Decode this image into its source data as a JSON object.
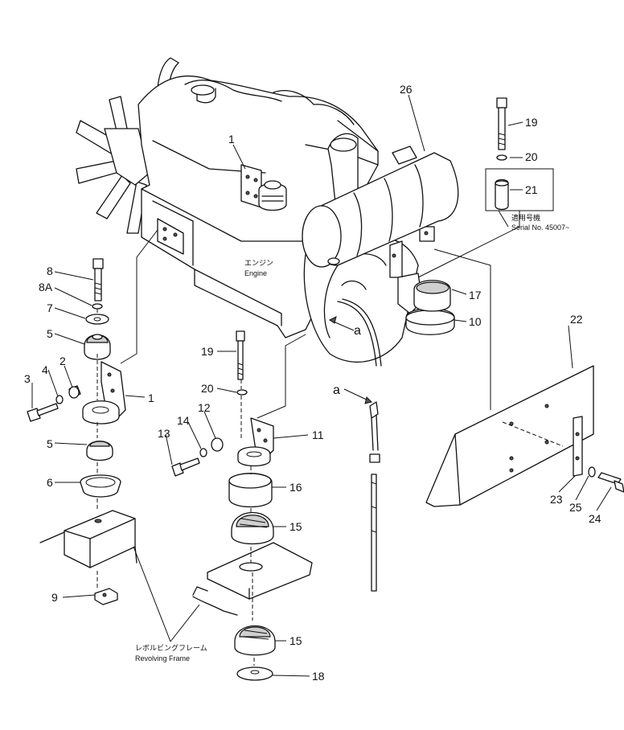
{
  "callouts": [
    {
      "id": "c1a",
      "text": "1"
    },
    {
      "id": "c1b",
      "text": "1"
    },
    {
      "id": "c2",
      "text": "2"
    },
    {
      "id": "c3",
      "text": "3"
    },
    {
      "id": "c4",
      "text": "4"
    },
    {
      "id": "c5a",
      "text": "5"
    },
    {
      "id": "c5b",
      "text": "5"
    },
    {
      "id": "c6",
      "text": "6"
    },
    {
      "id": "c7",
      "text": "7"
    },
    {
      "id": "c8",
      "text": "8"
    },
    {
      "id": "c8a",
      "text": "8A"
    },
    {
      "id": "c9",
      "text": "9"
    },
    {
      "id": "c10",
      "text": "10"
    },
    {
      "id": "c11",
      "text": "11"
    },
    {
      "id": "c12",
      "text": "12"
    },
    {
      "id": "c13",
      "text": "13"
    },
    {
      "id": "c14",
      "text": "14"
    },
    {
      "id": "c15a",
      "text": "15"
    },
    {
      "id": "c15b",
      "text": "15"
    },
    {
      "id": "c16",
      "text": "16"
    },
    {
      "id": "c17",
      "text": "17"
    },
    {
      "id": "c18",
      "text": "18"
    },
    {
      "id": "c19a",
      "text": "19"
    },
    {
      "id": "c19b",
      "text": "19"
    },
    {
      "id": "c20a",
      "text": "20"
    },
    {
      "id": "c20b",
      "text": "20"
    },
    {
      "id": "c21",
      "text": "21"
    },
    {
      "id": "c22",
      "text": "22"
    },
    {
      "id": "c23",
      "text": "23"
    },
    {
      "id": "c24",
      "text": "24"
    },
    {
      "id": "c25",
      "text": "25"
    },
    {
      "id": "c26",
      "text": "26"
    },
    {
      "id": "ca1",
      "text": "a"
    },
    {
      "id": "ca2",
      "text": "a"
    }
  ],
  "labels": {
    "engine_jp": "エンジン",
    "engine_en": "Engine",
    "frame_jp": "レボルビングフレーム",
    "frame_en": "Revolving Frame",
    "serial_jp": "適用号機",
    "serial_en": "Serial No. 45007~"
  }
}
